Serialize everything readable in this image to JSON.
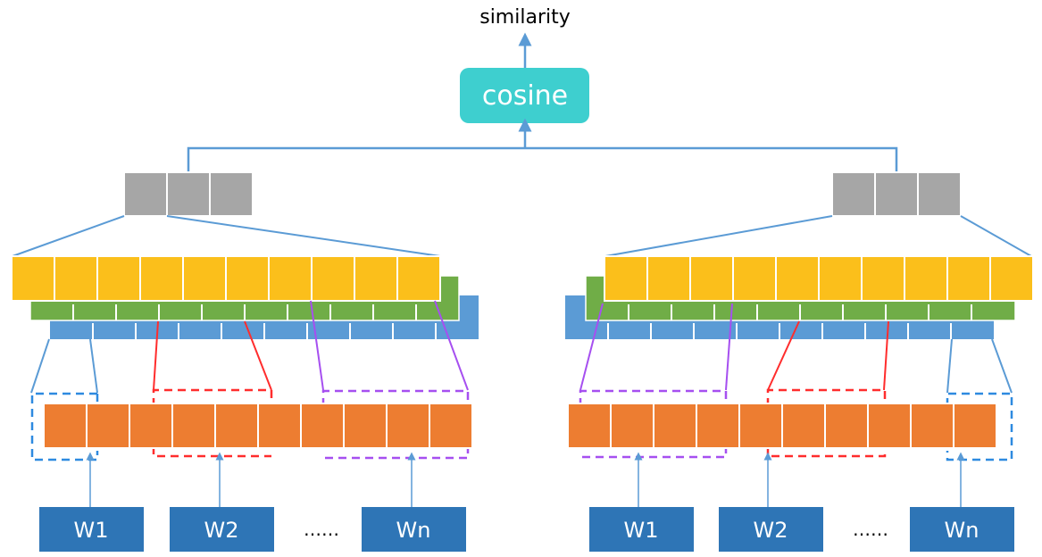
{
  "output_label": "similarity",
  "cosine_label": "cosine",
  "left_tower": {
    "words": [
      "W1",
      "W2",
      "Wn"
    ],
    "ellipsis": "……"
  },
  "right_tower": {
    "words": [
      "W1",
      "W2",
      "Wn"
    ],
    "ellipsis": "……"
  },
  "colors": {
    "cosine": "#3ecfcf",
    "pooled": "#a6a6a6",
    "top_layer": "#fbbf1b",
    "mid_layer": "#70ad47",
    "low_layer": "#5b9bd5",
    "embedding": "#ed7d31",
    "word_box": "#2e75b6",
    "connector": "#5b9bd5",
    "window_blue": "#2e8ae0",
    "window_red": "#ff2d2d",
    "window_purple": "#a64ff0"
  }
}
